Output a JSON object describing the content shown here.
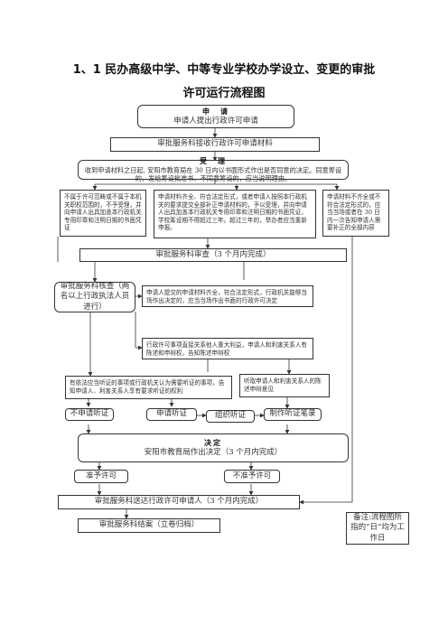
{
  "title": {
    "line1": "1、1 民办高级中学、中等专业学校办学设立、变更的审批",
    "line2": "许可运行流程图"
  },
  "nodes": {
    "apply_title": "申　请",
    "apply_text": "申请人提出行政许可申请",
    "receive": "审批服务科接收行政许可申请材料",
    "accept_title": "受　理",
    "accept_text": "收到申请材料之日起, 安阳市教育局在 30 日内以书面形式作出是否同意的决定。同意筹设的，发给筹设批准书，不同意筹设的，应当说明理由。",
    "left_branch": "不属于许可范畴或不属于本机关职权范围的，不予受理，并向申请人出具加盖本行政机关专用印章和注明日期的书面凭证",
    "mid_branch": "申请材料齐全、符合法定形式，或者申请人按照本行政机关的要求提交全部补正申请材料的，予以受理，并向申请人出具加盖本行政机关专用印章和注明日期的书面凭证，学校筹设期不得超过三年。超过三年的，举办者应当重新申报。",
    "right_branch": "申请材料不齐全或不符合法定形式的，应当当场或者在 30 日内一次告知申请人需要补正的全部内容",
    "review": "审批服务科审查（3 个月内完成）",
    "verify": "审批服务科核查（两名以上行政执法人员进行）",
    "verify_a": "申请人提交的申请材料齐全，符合法定形式，行政机关能够当场作出决定的，应当当场作出书面的行政许可决定",
    "verify_b": "行政许可事项直接关系他人重大利益，申请人和利害关系人有陈述和申辩权，告知陈述申辩权",
    "hearing_notice": "有依法应当听证的事项或行政机关认为需要听证的事项，告知申请人、利害关系人享有要求听证的权利",
    "statement": "听取申请人和利害关系人的陈述申辩意见",
    "no_hearing": "不申请听证",
    "req_hearing": "申请听证",
    "org_hearing": "组织听证",
    "record": "制作听证笔录",
    "decision_title": "决定",
    "decision_text": "安阳市教育局作出决定（3 个月内完成）",
    "grant": "准予许可",
    "deny": "不准予许可",
    "deliver": "审批服务科送达行政许可申请人（3 个月内完成）",
    "archive": "审批服务科结案（立卷归档）",
    "note": "备注:流程图所指的“日”均为工作日"
  }
}
